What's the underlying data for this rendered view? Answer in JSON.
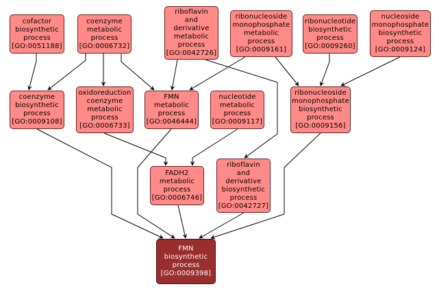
{
  "graph": {
    "title": "GO term ancestry graph for FMN biosynthetic process",
    "colors": {
      "node_fill": "#ff8a87",
      "focus_fill": "#9a2d2d",
      "edge": "#000000"
    },
    "nodes": [
      {
        "id": "GO:0051188",
        "lines": [
          "cofactor",
          "biosynthetic",
          "process",
          "[GO:0051188]"
        ]
      },
      {
        "id": "GO:0006732",
        "lines": [
          "coenzyme",
          "metabolic",
          "process",
          "[GO:0006732]"
        ]
      },
      {
        "id": "GO:0042726",
        "lines": [
          "riboflavin",
          "and",
          "derivative",
          "metabolic",
          "process",
          "[GO:0042726]"
        ]
      },
      {
        "id": "GO:0009161",
        "lines": [
          "ribonucleoside",
          "monophosphate",
          "metabolic",
          "process",
          "[GO:0009161]"
        ]
      },
      {
        "id": "GO:0009260",
        "lines": [
          "ribonucleotide",
          "biosynthetic",
          "process",
          "[GO:0009260]"
        ]
      },
      {
        "id": "GO:0009124",
        "lines": [
          "nucleoside",
          "monophosphate",
          "biosynthetic",
          "process",
          "[GO:0009124]"
        ]
      },
      {
        "id": "GO:0009108",
        "lines": [
          "coenzyme",
          "biosynthetic",
          "process",
          "[GO:0009108]"
        ]
      },
      {
        "id": "GO:0006733",
        "lines": [
          "oxidoreduction",
          "coenzyme",
          "metabolic",
          "process",
          "[GO:0006733]"
        ]
      },
      {
        "id": "GO:0046444",
        "lines": [
          "FMN",
          "metabolic",
          "process",
          "[GO:0046444]"
        ]
      },
      {
        "id": "GO:0009117",
        "lines": [
          "nucleotide",
          "metabolic",
          "process",
          "[GO:0009117]"
        ]
      },
      {
        "id": "GO:0009156",
        "lines": [
          "ribonucleoside",
          "monophosphate",
          "biosynthetic",
          "process",
          "[GO:0009156]"
        ]
      },
      {
        "id": "GO:0006746",
        "lines": [
          "FADH2",
          "metabolic",
          "process",
          "[GO:0006746]"
        ]
      },
      {
        "id": "GO:0042727",
        "lines": [
          "riboflavin",
          "and",
          "derivative",
          "biosynthetic",
          "process",
          "[GO:0042727]"
        ]
      },
      {
        "id": "GO:0009398",
        "lines": [
          "FMN",
          "biosynthetic",
          "process",
          "[GO:0009398]"
        ],
        "focus": true
      }
    ],
    "edges": [
      {
        "from": "GO:0051188",
        "to": "GO:0009108"
      },
      {
        "from": "GO:0006732",
        "to": "GO:0009108"
      },
      {
        "from": "GO:0006732",
        "to": "GO:0006733"
      },
      {
        "from": "GO:0006732",
        "to": "GO:0046444"
      },
      {
        "from": "GO:0042726",
        "to": "GO:0046444"
      },
      {
        "from": "GO:0042726",
        "to": "GO:0042727"
      },
      {
        "from": "GO:0009161",
        "to": "GO:0046444"
      },
      {
        "from": "GO:0009161",
        "to": "GO:0009156"
      },
      {
        "from": "GO:0009260",
        "to": "GO:0009156"
      },
      {
        "from": "GO:0009124",
        "to": "GO:0009156"
      },
      {
        "from": "GO:0006733",
        "to": "GO:0006746"
      },
      {
        "from": "GO:0009117",
        "to": "GO:0006746"
      },
      {
        "from": "GO:0009108",
        "to": "GO:0009398"
      },
      {
        "from": "GO:0046444",
        "to": "GO:0009398"
      },
      {
        "from": "GO:0006746",
        "to": "GO:0009398"
      },
      {
        "from": "GO:0042727",
        "to": "GO:0009398"
      },
      {
        "from": "GO:0009156",
        "to": "GO:0009398"
      }
    ]
  }
}
